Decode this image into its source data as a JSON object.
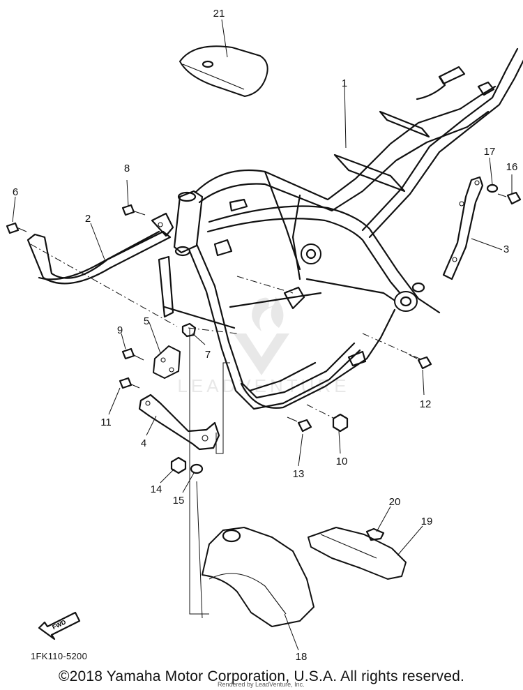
{
  "diagram": {
    "callouts": [
      "1",
      "2",
      "3",
      "4",
      "5",
      "6",
      "7",
      "8",
      "9",
      "10",
      "11",
      "12",
      "13",
      "14",
      "15",
      "16",
      "17",
      "18",
      "19",
      "20",
      "21"
    ],
    "fwd_label": "FWD",
    "watermark": "LEADVENTURE",
    "part_code": "1FK110-5200",
    "copyright": "©2018 Yamaha Motor Corporation, U.S.A. All rights reserved.",
    "rendered_by": "Rendered by LeadVenture, Inc."
  }
}
